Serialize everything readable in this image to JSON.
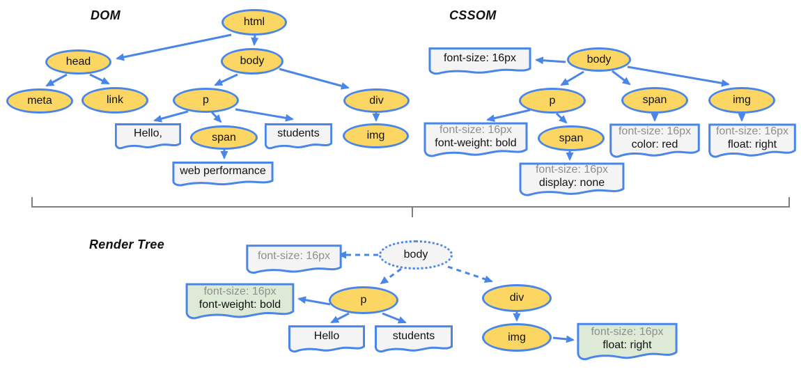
{
  "dom": {
    "title": "DOM",
    "html": "html",
    "head": "head",
    "body": "body",
    "meta": "meta",
    "link": "link",
    "p": "p",
    "span": "span",
    "div": "div",
    "img": "img",
    "text_hello": "Hello,",
    "text_students": "students",
    "text_webperf": "web performance"
  },
  "cssom": {
    "title": "CSSOM",
    "body": "body",
    "p": "p",
    "span_body": "span",
    "span_p": "span",
    "img": "img",
    "rule_body": {
      "line1": "font-size: 16px"
    },
    "rule_p": {
      "line1": "font-size: 16px",
      "line2": "font-weight: bold"
    },
    "rule_span_p": {
      "line1": "font-size: 16px",
      "line2": "display: none"
    },
    "rule_span_body": {
      "line1": "font-size: 16px",
      "line2": "color: red"
    },
    "rule_img": {
      "line1": "font-size: 16px",
      "line2": "float: right"
    }
  },
  "render": {
    "title": "Render Tree",
    "body": "body",
    "p": "p",
    "div": "div",
    "img": "img",
    "text_hello": "Hello",
    "text_students": "students",
    "rule_body": {
      "line1": "font-size: 16px"
    },
    "rule_p": {
      "line1": "font-size: 16px",
      "line2": "font-weight: bold"
    },
    "rule_img": {
      "line1": "font-size: 16px",
      "line2": "float: right"
    }
  },
  "colors": {
    "stroke": "#4A86E8",
    "node_fill": "#FCD663",
    "box_fill": "#F4F4F4",
    "box_green": "#DDEBD6",
    "plain_fill": "#F4F4F4",
    "muted": "#8E8E8E",
    "bracket": "#7F7F7F"
  }
}
